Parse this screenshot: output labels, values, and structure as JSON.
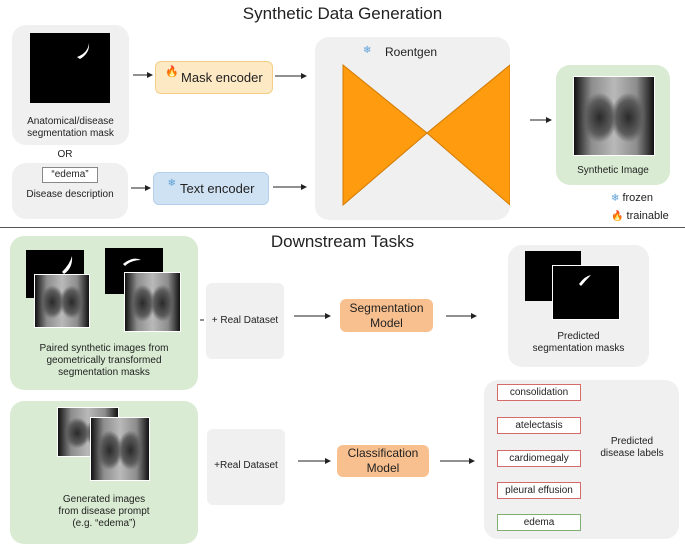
{
  "top": {
    "title": "Synthetic Data Generation",
    "mask_caption": "Anatomical/disease\nsegmentation mask",
    "or_label": "OR",
    "edema_text": "“edema”",
    "disease_description": "Disease description",
    "mask_encoder": "Mask encoder",
    "text_encoder": "Text encoder",
    "roentgen": "Roentgen",
    "synthetic_image": "Synthetic Image",
    "legend": {
      "frozen": "frozen",
      "trainable": "trainable",
      "frozen_icon": "snowflake-icon",
      "trainable_icon": "fire-icon"
    }
  },
  "bottom": {
    "title": "Downstream Tasks",
    "paired_caption": "Paired synthetic images from\ngeometrically transformed\nsegmentation masks",
    "real_dataset_1": "+ Real Dataset",
    "segmentation_model": "Segmentation\nModel",
    "predicted_masks": "Predicted\nsegmentation masks",
    "generated_caption": "Generated images\nfrom disease prompt\n(e.g. “edema”)",
    "real_dataset_2": "+Real Dataset",
    "classification_model": "Classification\nModel",
    "predicted_labels": "Predicted\ndisease labels",
    "disease_labels": [
      "consolidation",
      "atelectasis",
      "cardiomegaly",
      "pleural effusion",
      "edema"
    ]
  },
  "colors": {
    "roentgen_triangles": "#ff9b0f",
    "green_panel": "#d9ebd2",
    "gray_panel": "#f0f0f0",
    "model_box": "#f9c08f",
    "label_red": "#d46a6a",
    "label_green": "#7fae70"
  }
}
